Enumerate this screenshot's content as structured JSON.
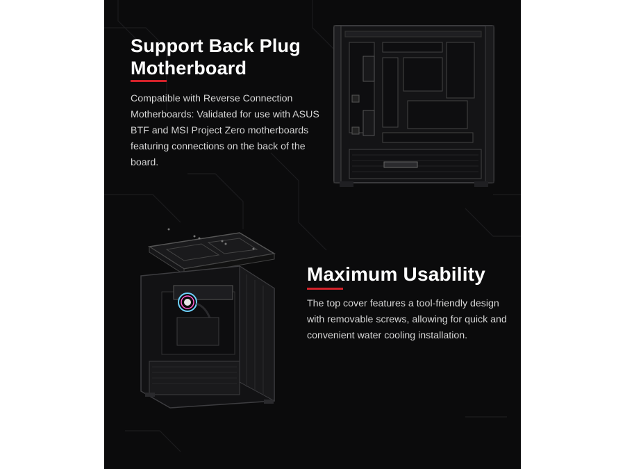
{
  "section1": {
    "title": "Support Back Plug Motherboard",
    "body": "Compatible with Reverse Connection Motherboards: Validated for use with ASUS BTF and MSI Project Zero motherboards featuring connections on the back of the board."
  },
  "section2": {
    "title": "Maximum Usability",
    "body": "The top cover features a tool-friendly design with removable screws, allowing for quick and convenient water cooling installation."
  },
  "colors": {
    "background": "#0b0b0c",
    "accent": "#d3222a",
    "heading": "#ffffff",
    "body": "#d6d6d6"
  }
}
